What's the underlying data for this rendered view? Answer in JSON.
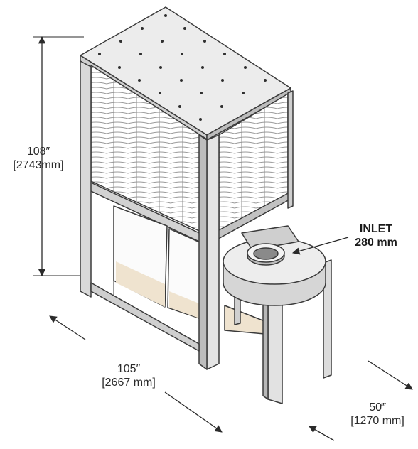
{
  "dimensions": {
    "height": {
      "imperial": "108″",
      "metric": "[2743mm]"
    },
    "length": {
      "imperial": "105″",
      "metric": "[2667 mm]"
    },
    "depth": {
      "imperial": "50‴",
      "metric": "[1270 mm]"
    }
  },
  "inlet": {
    "title": "INLET",
    "size": "280 mm"
  },
  "colors": {
    "outline": "#3a3a3a",
    "metal_light": "#ececec",
    "metal_mid": "#cfcfcf",
    "metal_dark": "#a9a9a9",
    "dust": "#efe3cf"
  }
}
